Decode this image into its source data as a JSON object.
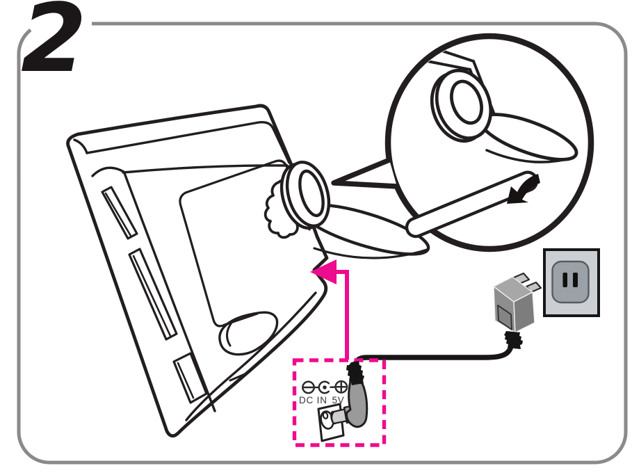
{
  "step_number": "2",
  "dc_label": {
    "dc_in": "DC IN",
    "voltage": "5V"
  },
  "colors": {
    "accent_pink": "#EE0C8E",
    "border_gray": "#8A8A8A",
    "line_black": "#221E1F",
    "adapter_front_gray": "#8E8E8E",
    "adapter_top_gray": "#A7A7A7",
    "adapter_side_gray": "#7D7D7D",
    "connector_gray": "#9A9A9A",
    "outlet_background": "#CBCFD3",
    "receptacle_gray": "#9BA1A6"
  },
  "icons": {
    "rotate_up_arrow": "block-arrow-up",
    "rotate_down_arrow": "curved-block-arrow-down-left",
    "dc_jack_pointer": "pink-elbow-arrow-left",
    "polarity_negative": "circled-minus",
    "polarity_center_pin": "center-pin-dot",
    "polarity_positive": "circled-plus"
  }
}
